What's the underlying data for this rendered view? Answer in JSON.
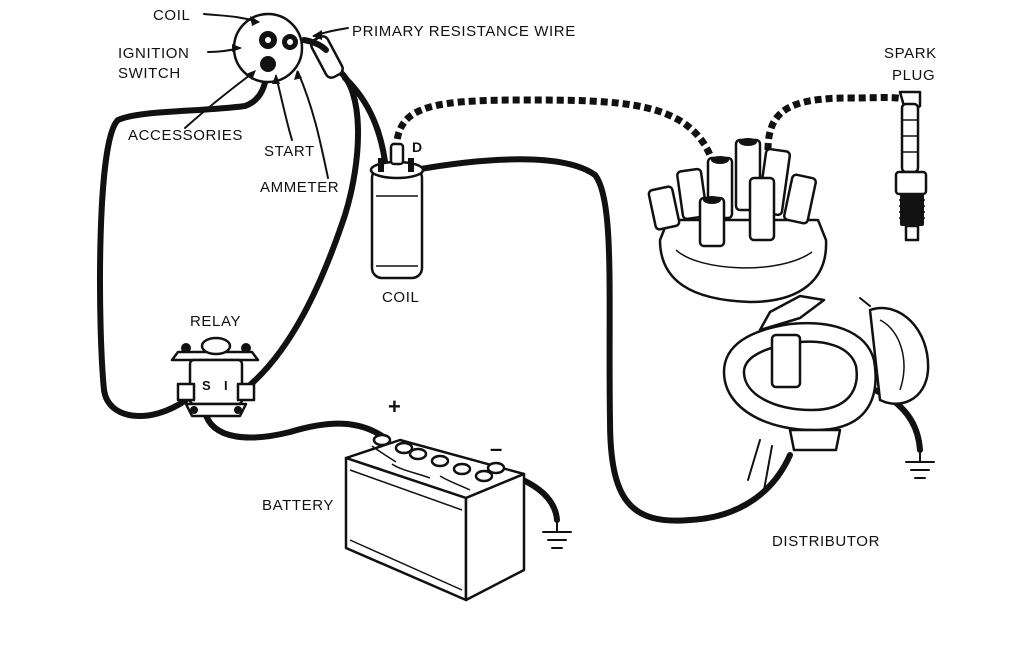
{
  "labels": {
    "coil_top": "COIL",
    "ignition_switch_line1": "IGNITION",
    "ignition_switch_line2": "SWITCH",
    "primary_resistance_wire": "PRIMARY RESISTANCE WIRE",
    "accessories": "ACCESSORIES",
    "start": "START",
    "ammeter": "AMMETER",
    "coil": "COIL",
    "coil_terminal": "D",
    "relay": "RELAY",
    "relay_terminal_s": "S",
    "relay_terminal_i": "I",
    "battery": "BATTERY",
    "battery_plus": "+",
    "battery_minus": "–",
    "spark_plug_line1": "SPARK",
    "spark_plug_line2": "PLUG",
    "distributor": "DISTRIBUTOR"
  },
  "icons": {
    "ground_battery": "ground-symbol",
    "ground_distributor": "ground-symbol"
  }
}
